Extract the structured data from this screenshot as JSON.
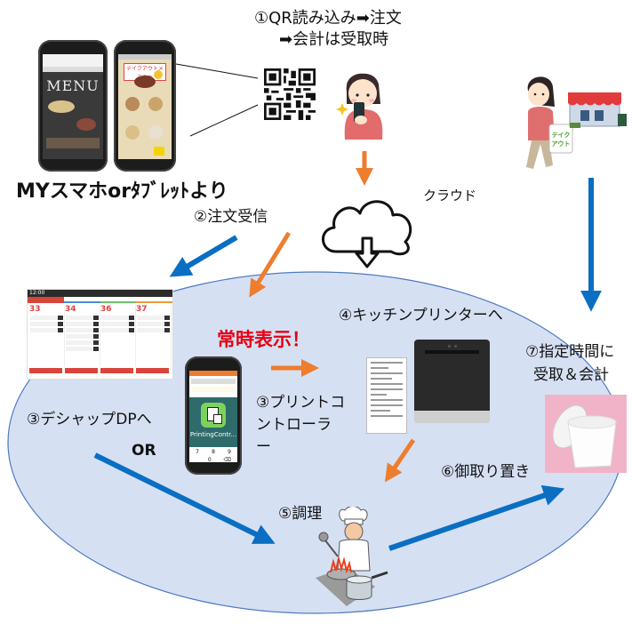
{
  "title": "QRコードテイクアウト注文の流れ",
  "colors": {
    "ellipse_fill": "#d6e0f3",
    "ellipse_stroke": "#4f7ac0",
    "arrow_blue": "#0a6fc2",
    "arrow_orange": "#ee7d2e",
    "emphasis_red": "#e60012",
    "cup_bg": "#f1b3c8"
  },
  "steps": {
    "step1_line1": "①QR読み込み➡注文",
    "step1_line2": "➡会計は受取時",
    "source_caption": "MYスマホorﾀﾌﾞﾚｯﾄより",
    "cloud_label": "クラウド",
    "step2": "②注文受信",
    "always_display": "常時表示！",
    "step3_deshap": "③デシャップDPへ",
    "or_label": "OR",
    "step3_print_line1": "③プリントコ",
    "step3_print_line2": "ントローラ",
    "step3_print_line3": "ー",
    "step4": "④キッチンプリンターへ",
    "step5": "⑤調理",
    "step6": "⑥御取り置き",
    "step7_line1": "⑦指定時間に",
    "step7_line2": "受取＆会計"
  },
  "phone_menu": {
    "menu_title": "MENU",
    "takeout_menu_title": "テイクアウトメニュー"
  },
  "app": {
    "app_name": "PrintingContr...",
    "keypad": [
      "7",
      "8",
      "9",
      "0",
      "⌫"
    ]
  },
  "dashboard": {
    "clock": "12:00",
    "order_numbers": [
      "33",
      "34",
      "36",
      "37"
    ]
  },
  "takeout_bag_text": "テイク アウト",
  "icons": {
    "qr": "qr-code-icon",
    "cloud": "cloud-download-icon",
    "customer_phone": "woman-with-smartphone-illustration",
    "customer_takeout": "woman-with-takeout-bag-illustration",
    "shop": "shop-storefront-illustration",
    "printer": "kitchen-printer-illustration",
    "chef": "chef-cooking-illustration",
    "cup": "takeout-cup-illustration"
  }
}
